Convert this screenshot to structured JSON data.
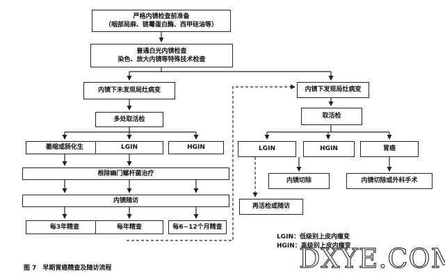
{
  "nodes": {
    "prep_title": "严格内镜检查前准备",
    "prep_detail": "（咽部局麻、链霉蛋白酶、西甲硅油等）",
    "white_light_title": "普通白光内镜检查",
    "white_light_detail": "染色、放大内镜等特殊技术检查",
    "no_lesion": "内镜下未发现局灶病变",
    "multi_biopsy": "多处取活检",
    "atrophy": "萎缩或肠化生",
    "lgin_left": "LGIN",
    "hgin_left": "HGIN",
    "hp_eradication": "根除幽门螺杆菌治疗",
    "endo_followup": "内镜随访",
    "every_3y": "每3年精查",
    "every_year": "每年精查",
    "every_6_12m": "每6~12个月精查",
    "lesion_found": "内镜下发现局灶病变",
    "biopsy": "取活检",
    "lgin_right": "LGIN",
    "hgin_right": "HGIN",
    "gastric_cancer": "胃癌",
    "endo_resection": "内镜切除",
    "resection_or_surgery": "内镜切除或外科手术",
    "rebiopsy": "再活检或随访"
  },
  "legend": {
    "lgin": "LGIN：低级别上皮内瘤变",
    "hgin": "HGIN：高级别上皮内瘤变"
  },
  "caption": "图 7　早期胃癌精查及随访流程",
  "watermark": "DXYE.COM"
}
